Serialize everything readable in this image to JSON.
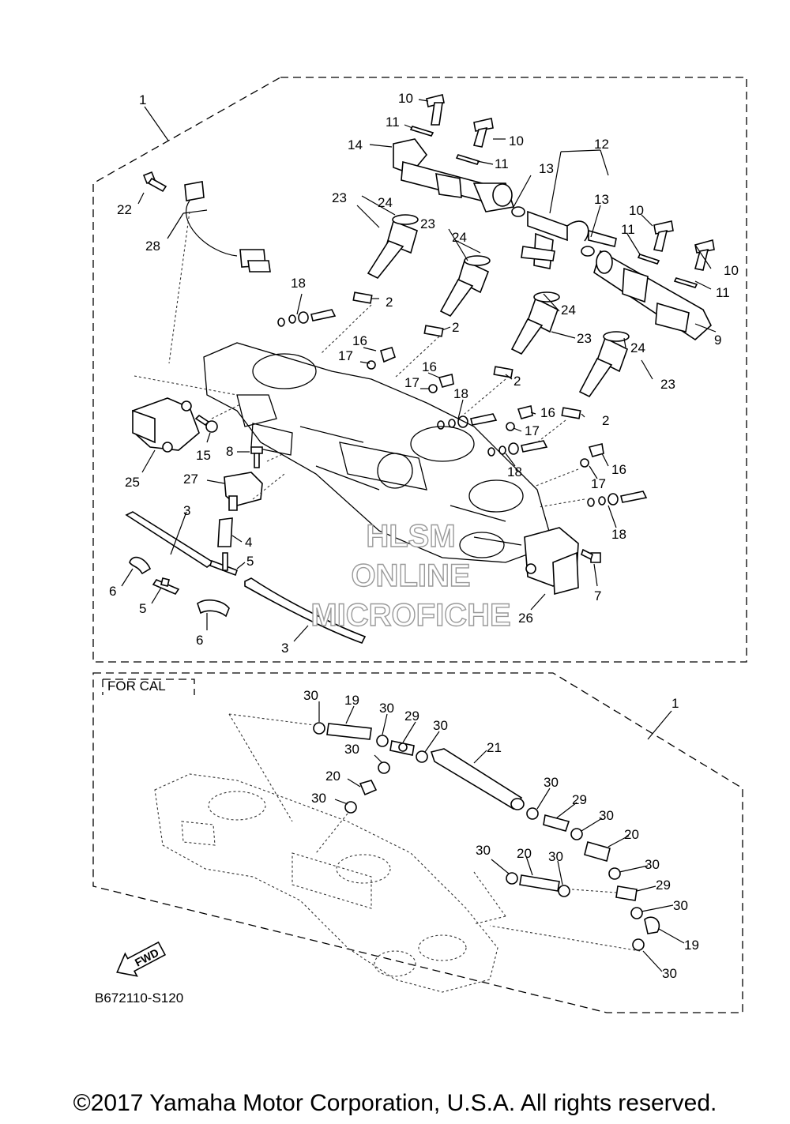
{
  "frame_top": {
    "ref": "1"
  },
  "frame_bottom": {
    "ref": "1",
    "label": "FOR CAL"
  },
  "callouts_top": [
    {
      "id": "c10a",
      "text": "10"
    },
    {
      "id": "c11a",
      "text": "11"
    },
    {
      "id": "c10b",
      "text": "10"
    },
    {
      "id": "c14",
      "text": "14"
    },
    {
      "id": "c11b",
      "text": "11"
    },
    {
      "id": "c12",
      "text": "12"
    },
    {
      "id": "c13a",
      "text": "13"
    },
    {
      "id": "c13b",
      "text": "13"
    },
    {
      "id": "c10c",
      "text": "10"
    },
    {
      "id": "c11c",
      "text": "11"
    },
    {
      "id": "c10d",
      "text": "10"
    },
    {
      "id": "c11d",
      "text": "11"
    },
    {
      "id": "c9",
      "text": "9"
    },
    {
      "id": "c22",
      "text": "22"
    },
    {
      "id": "c28",
      "text": "28"
    },
    {
      "id": "c23a",
      "text": "23"
    },
    {
      "id": "c24a",
      "text": "24"
    },
    {
      "id": "c23b",
      "text": "23"
    },
    {
      "id": "c24b",
      "text": "24"
    },
    {
      "id": "c2a",
      "text": "2"
    },
    {
      "id": "c2b",
      "text": "2"
    },
    {
      "id": "c24c",
      "text": "24"
    },
    {
      "id": "c23c",
      "text": "23"
    },
    {
      "id": "c24d",
      "text": "24"
    },
    {
      "id": "c23d",
      "text": "23"
    },
    {
      "id": "c18a",
      "text": "18"
    },
    {
      "id": "c16a",
      "text": "16"
    },
    {
      "id": "c17a",
      "text": "17"
    },
    {
      "id": "c16b",
      "text": "16"
    },
    {
      "id": "c17b",
      "text": "17"
    },
    {
      "id": "c18b",
      "text": "18"
    },
    {
      "id": "c2c",
      "text": "2"
    },
    {
      "id": "c16c",
      "text": "16"
    },
    {
      "id": "c2d",
      "text": "2"
    },
    {
      "id": "c17c",
      "text": "17"
    },
    {
      "id": "c18c",
      "text": "18"
    },
    {
      "id": "c16d",
      "text": "16"
    },
    {
      "id": "c17d",
      "text": "17"
    },
    {
      "id": "c18d",
      "text": "18"
    },
    {
      "id": "c15",
      "text": "15"
    },
    {
      "id": "c25",
      "text": "25"
    },
    {
      "id": "c8",
      "text": "8"
    },
    {
      "id": "c27",
      "text": "27"
    },
    {
      "id": "c3a",
      "text": "3"
    },
    {
      "id": "c4",
      "text": "4"
    },
    {
      "id": "c5a",
      "text": "5"
    },
    {
      "id": "c6a",
      "text": "6"
    },
    {
      "id": "c5b",
      "text": "5"
    },
    {
      "id": "c6b",
      "text": "6"
    },
    {
      "id": "c3b",
      "text": "3"
    },
    {
      "id": "c7",
      "text": "7"
    },
    {
      "id": "c26",
      "text": "26"
    }
  ],
  "callouts_bottom": [
    {
      "id": "b30a",
      "text": "30"
    },
    {
      "id": "b19a",
      "text": "19"
    },
    {
      "id": "b30b",
      "text": "30"
    },
    {
      "id": "b29a",
      "text": "29"
    },
    {
      "id": "b30c",
      "text": "30"
    },
    {
      "id": "b30d",
      "text": "30"
    },
    {
      "id": "b21",
      "text": "21"
    },
    {
      "id": "b20a",
      "text": "20"
    },
    {
      "id": "b30e",
      "text": "30"
    },
    {
      "id": "b30f",
      "text": "30"
    },
    {
      "id": "b29b",
      "text": "29"
    },
    {
      "id": "b30g",
      "text": "30"
    },
    {
      "id": "b20b",
      "text": "20"
    },
    {
      "id": "b30h",
      "text": "30"
    },
    {
      "id": "b20c",
      "text": "20"
    },
    {
      "id": "b30i",
      "text": "30"
    },
    {
      "id": "b30j",
      "text": "30"
    },
    {
      "id": "b29c",
      "text": "29"
    },
    {
      "id": "b30k",
      "text": "30"
    },
    {
      "id": "b19b",
      "text": "19"
    },
    {
      "id": "b30l",
      "text": "30"
    }
  ],
  "watermark": {
    "line1": "HLSM",
    "line2": "ONLINE",
    "line3": "MICROFICHE"
  },
  "fwd_arrow": {
    "text": "FWD"
  },
  "drawing_code": "B672110-S120",
  "copyright": "©2017 Yamaha Motor Corporation, U.S.A. All rights reserved."
}
